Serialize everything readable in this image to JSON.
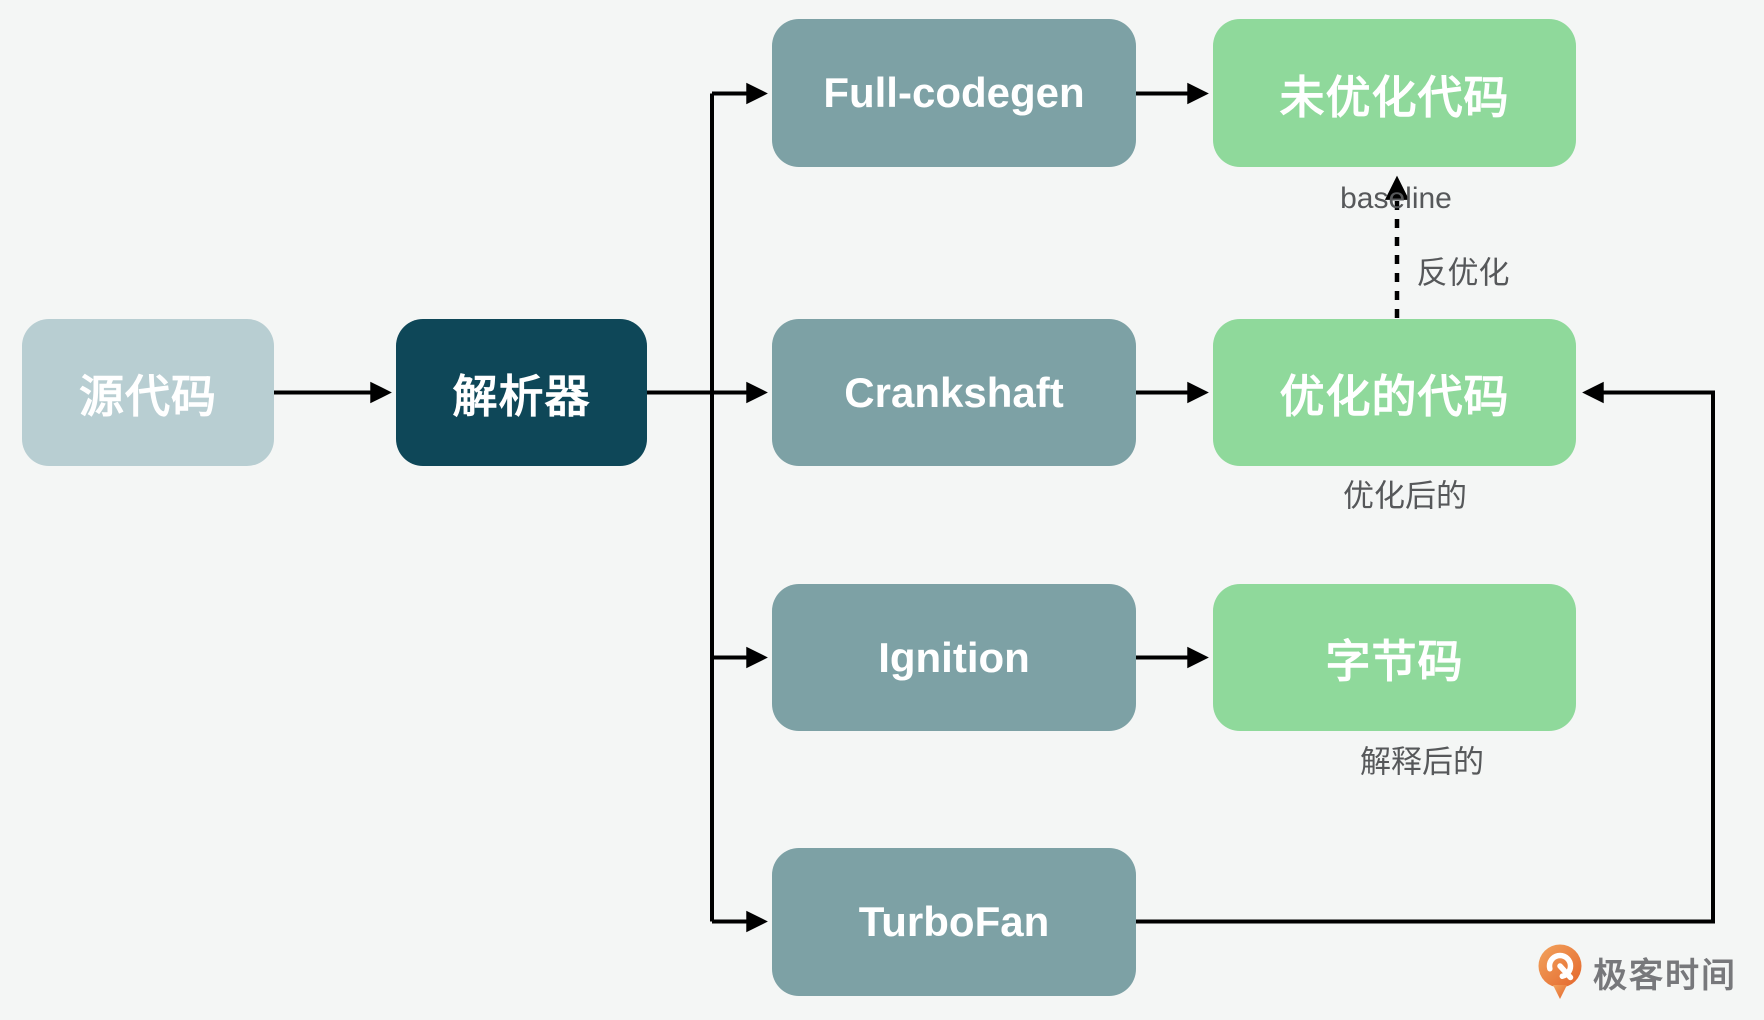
{
  "diagram": {
    "title_hint": "V8 engine pipeline flow diagram",
    "nodes": [
      {
        "id": "source-code",
        "label": "源代码"
      },
      {
        "id": "parser",
        "label": "解析器"
      },
      {
        "id": "full-codegen",
        "label": "Full-codegen"
      },
      {
        "id": "crankshaft",
        "label": "Crankshaft"
      },
      {
        "id": "ignition",
        "label": "Ignition"
      },
      {
        "id": "turbofan",
        "label": "TurboFan"
      },
      {
        "id": "unoptimized-code",
        "label": "未优化代码"
      },
      {
        "id": "optimized-code",
        "label": "优化的代码"
      },
      {
        "id": "bytecode",
        "label": "字节码"
      }
    ],
    "annotations": [
      {
        "id": "baseline-label",
        "text": "baseline"
      },
      {
        "id": "deoptimize-label",
        "text": "反优化"
      },
      {
        "id": "optimized-note",
        "text": "优化后的"
      },
      {
        "id": "interpreted-note",
        "text": "解释后的"
      }
    ],
    "edges": [
      {
        "from": "source-code",
        "to": "parser"
      },
      {
        "from": "parser",
        "to": "full-codegen"
      },
      {
        "from": "parser",
        "to": "crankshaft"
      },
      {
        "from": "parser",
        "to": "ignition"
      },
      {
        "from": "parser",
        "to": "turbofan"
      },
      {
        "from": "full-codegen",
        "to": "unoptimized-code"
      },
      {
        "from": "crankshaft",
        "to": "optimized-code"
      },
      {
        "from": "ignition",
        "to": "bytecode"
      },
      {
        "from": "turbofan",
        "to": "optimized-code"
      },
      {
        "from": "optimized-code",
        "to": "unoptimized-code",
        "style": "dashed",
        "label": "反优化"
      }
    ],
    "colors": {
      "background": "#f4f6f5",
      "source_box": "#b8ced2",
      "parser_box": "#0e4758",
      "engine_box": "#7da1a5",
      "output_box": "#8fd99b",
      "box_text": "#ffffff",
      "annotation_text": "#56585a",
      "arrow": "#000000",
      "logo_text": "#77787b",
      "logo_orange_light": "#f2a45e",
      "logo_orange_dark": "#e4662c"
    }
  },
  "footer": {
    "brand": "极客时间"
  }
}
